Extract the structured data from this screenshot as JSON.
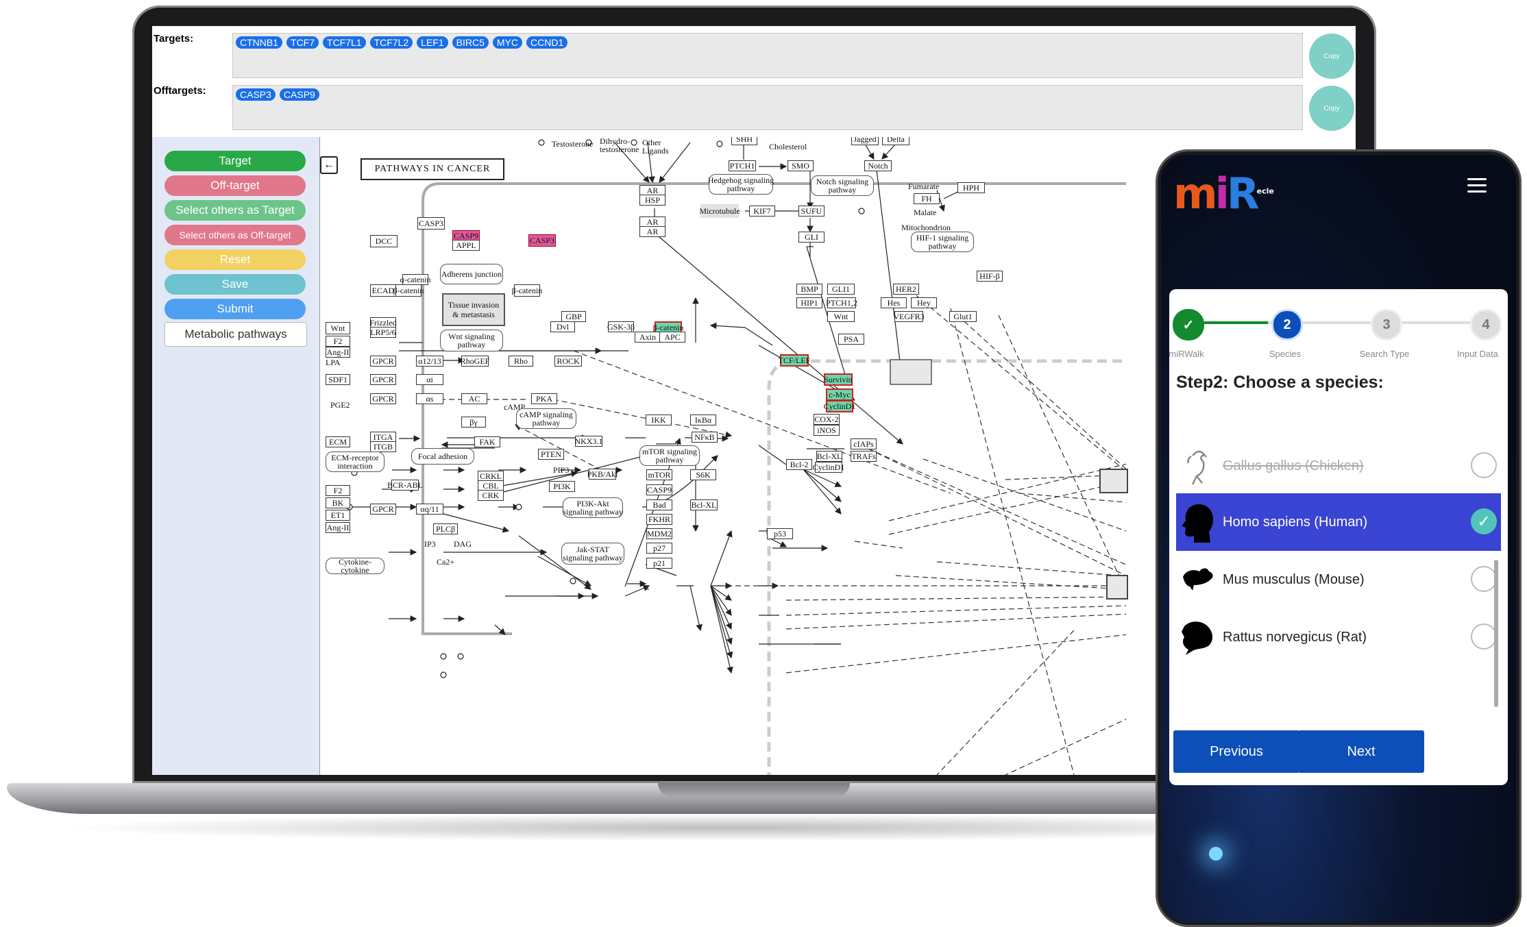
{
  "laptop": {
    "targets_label": "Targets:",
    "offtargets_label": "Offtargets:",
    "targets": [
      "CTNNB1",
      "TCF7",
      "TCF7L1",
      "TCF7L2",
      "LEF1",
      "BIRC5",
      "MYC",
      "CCND1"
    ],
    "offtargets": [
      "CASP3",
      "CASP9"
    ],
    "copy_label": "Copy",
    "buttons": [
      {
        "label": "Target",
        "color": "#29a847"
      },
      {
        "label": "Off-target",
        "color": "#e0778a"
      },
      {
        "label": "Select others as Target",
        "color": "#6cc489"
      },
      {
        "label": "Select others as Off-target",
        "color": "#e0778a"
      },
      {
        "label": "Reset",
        "color": "#f2d163"
      },
      {
        "label": "Save",
        "color": "#6dc3cf"
      },
      {
        "label": "Submit",
        "color": "#4f9ff0"
      }
    ],
    "metabolic_label": "Metabolic pathways",
    "collapse_icon": "←",
    "pathway": {
      "title": "PATHWAYS IN CANCER",
      "nodes": {
        "casp3_top": "CASP3",
        "casp9": "CASP9",
        "appl": "APPL",
        "casp3_red": "CASP3",
        "dcc": "DCC",
        "ecad": "ECAD",
        "bcat1": "β-catenin",
        "acat": "α-catenin",
        "bcat2": "β-catenin",
        "tissue": "Tissue invasion\n& metastasis",
        "adherens": "Adherens junction",
        "wnt": "Wnt",
        "frizzled": "Frizzled",
        "lrp": "LRP5/6",
        "gbp": "GBP",
        "dvl": "Dvl",
        "gsk": "GSK-3β",
        "bcat_green": "β-catenin",
        "axin": "Axin",
        "apc": "APC",
        "wntpath": "Wnt signaling\npathway",
        "f2a": "F2",
        "angii": "Ang-II",
        "lpa": "LPA",
        "gpcr1": "GPCR",
        "a1213": "α12/13",
        "rhogef": "RhoGEF",
        "rho": "Rho",
        "rock": "ROCK",
        "sdf1": "SDF1",
        "gpcr2": "GPCR",
        "ai": "αi",
        "pge2": "PGE2",
        "gpcr3": "GPCR",
        "as": "αs",
        "ac": "AC",
        "camp": "cAMP",
        "pka": "PKA",
        "campath": "cAMP signaling\npathway",
        "by": "βγ",
        "ecm": "ECM",
        "itga": "ITGA",
        "itgb": "ITGB",
        "fak": "FAK",
        "ecmrec": "ECM-receptor\ninteraction",
        "focal": "Focal adhesion",
        "bcrabl": "BCR-ABL",
        "crkl": "CRKL",
        "cbl": "CBL",
        "crk": "CRK",
        "pten": "PTEN",
        "nkx": "NKX3.1",
        "pip3": "PIP3",
        "pi3k": "PI3K",
        "pkb": "PKB/Akt",
        "pi3kakt": "PI3K-Akt\nsignaling pathway",
        "f2b": "F2",
        "bk": "BK",
        "et1": "ET1",
        "angii2": "Ang-II",
        "gpcr4": "GPCR",
        "aq11": "αq/11",
        "plcb": "PLCβ",
        "ip3": "IP3",
        "dag": "DAG",
        "ca": "Ca2+",
        "cytokine": "Cytokine-cytokine",
        "jakstat": "Jak-STAT\nsignaling pathway",
        "ikk": "IKK",
        "ikb": "IκBα",
        "nfkb": "NFκB",
        "mtorpath": "mTOR signaling\npathway",
        "mtor": "mTOR",
        "s6k": "S6K",
        "casp9b": "CASP9",
        "bad": "Bad",
        "bclxl": "Bcl-XL",
        "fkhr": "FKHR",
        "mdm2": "MDM2",
        "p53": "p53",
        "p27": "p27",
        "p21": "p21",
        "testo": "Testosterone",
        "dihydro": "Dihydro-\ntestosterone",
        "otherlig": "Other\nLigands",
        "ar": "AR",
        "hsp": "HSP",
        "ar2": "AR",
        "ar3": "AR",
        "shh": "SHH",
        "chol": "Cholesterol",
        "ptch1": "PTCH1",
        "smo": "SMO",
        "hedge": "Hedgehog signaling\npathway",
        "microtubule": "Microtubule",
        "kif7": "KIF7",
        "sufu": "SUFU",
        "gli": "GLI",
        "jagged": "Jagged",
        "delta": "Delta",
        "notch": "Notch",
        "notchpath": "Notch signaling\npathway",
        "fumarate": "Fumarate",
        "fh": "FH",
        "malate": "Malate",
        "mito": "Mitochondrion",
        "hph": "HPH",
        "hif1": "HIF-1 signaling\npathway",
        "hifb": "HIF-β",
        "bmp": "BMP",
        "gli1": "GLI1",
        "hip1": "HIP1",
        "ptch12": "PTCH1,2",
        "wnt2": "Wnt",
        "her2": "HER2",
        "hes": "Hes",
        "hey": "Hey",
        "vegfr3": "VEGFR3",
        "glut1": "Glut1",
        "psa": "PSA",
        "tcflef": "TCF/LEF",
        "survivin": "Survivin",
        "cmyc": "c-Myc",
        "cyclind1": "CyclinD1",
        "cox2": "COX-2",
        "inos": "iNOS",
        "ciaps": "cIAPs",
        "traf": "TRAFs",
        "bclxl2": "Bcl-XL",
        "bcl2": "Bcl-2",
        "cyclind1b": "CyclinD1"
      }
    }
  },
  "phone": {
    "logo_m": "m",
    "logo_i": "i",
    "logo_r": "R",
    "logo_sup": "ecle",
    "steps": [
      {
        "num": "✓",
        "label": "miRWalk",
        "state": "done"
      },
      {
        "num": "2",
        "label": "Species",
        "state": "active"
      },
      {
        "num": "3",
        "label": "Search Type",
        "state": "todo"
      },
      {
        "num": "4",
        "label": "Input Data",
        "state": "todo"
      }
    ],
    "step_title": "Step2: Choose a species:",
    "species": [
      {
        "name": "Gallus gallus (Chicken)",
        "selected": false,
        "disabled": true,
        "icon": "chicken-icon"
      },
      {
        "name": "Homo sapiens (Human)",
        "selected": true,
        "disabled": false,
        "icon": "human-head-icon"
      },
      {
        "name": "Mus musculus (Mouse)",
        "selected": false,
        "disabled": false,
        "icon": "mouse-icon"
      },
      {
        "name": "Rattus norvegicus (Rat)",
        "selected": false,
        "disabled": false,
        "icon": "rat-icon"
      }
    ],
    "check": "✓",
    "previous_label": "Previous",
    "next_label": "Next"
  }
}
